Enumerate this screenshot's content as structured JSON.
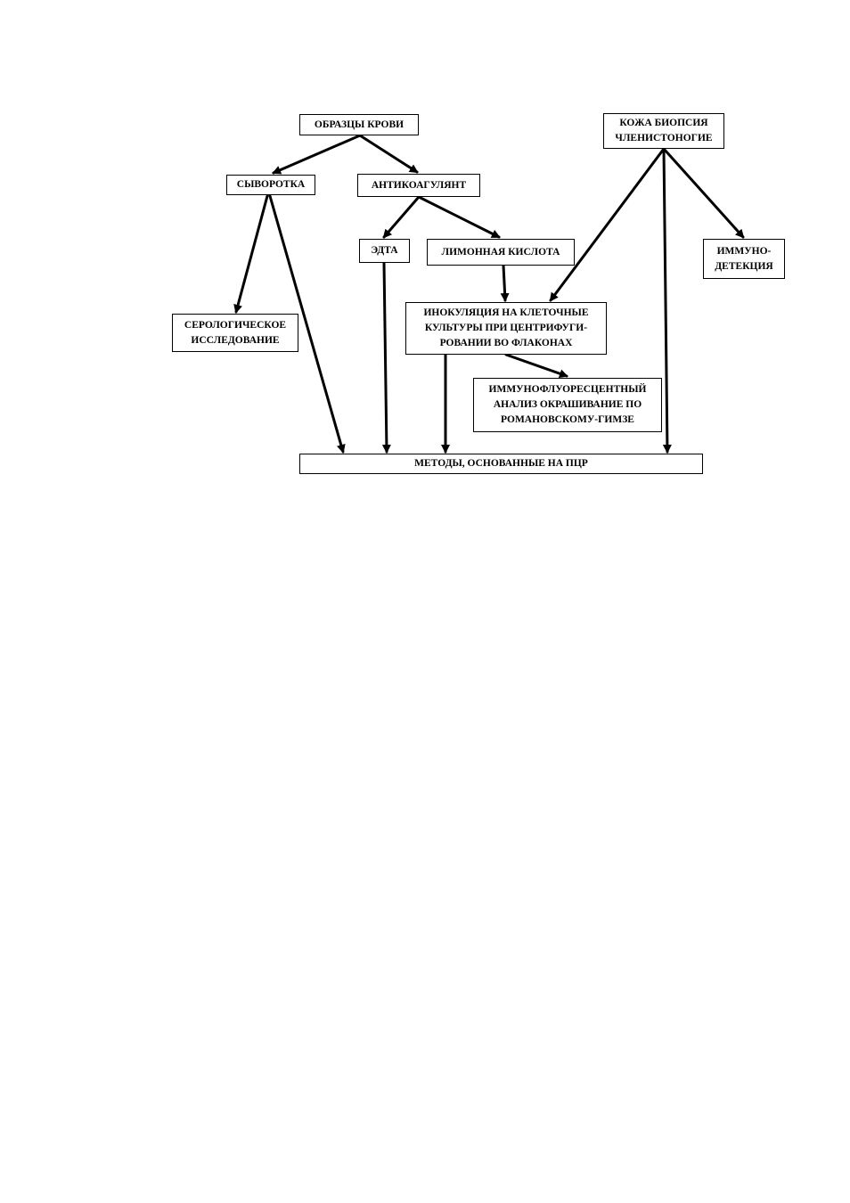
{
  "nodes": {
    "blood": "ОБРАЗЦЫ КРОВИ",
    "skin": "КОЖА БИОПСИЯ\nЧЛЕНИСТОНОГИЕ",
    "serum": "СЫВОРОТКА",
    "anticoagulant": "АНТИКОАГУЛЯНТ",
    "edta": "ЭДТА",
    "citric_acid": "ЛИМОННАЯ КИСЛОТА",
    "immunodetection": "ИММУНО-\nДЕТЕКЦИЯ",
    "serological": "СЕРОЛОГИЧЕСКОЕ\nИССЛЕДОВАНИЕ",
    "inoculation": "ИНОКУЛЯЦИЯ НА КЛЕТОЧНЫЕ\nКУЛЬТУРЫ ПРИ ЦЕНТРИФУГИ-\nРОВАНИИ ВО ФЛАКОНАХ",
    "ifa": "ИММУНОФЛУОРЕСЦЕНТНЫЙ\nАНАЛИЗ ОКРАШИВАНИЕ ПО\nРОМАНОВСКОМУ-ГИМЗЕ",
    "pcr": "МЕТОДЫ, ОСНОВАННЫЕ НА ПЦР"
  },
  "edges": [
    {
      "from": "blood",
      "to": "serum"
    },
    {
      "from": "blood",
      "to": "anticoagulant"
    },
    {
      "from": "serum",
      "to": "serological"
    },
    {
      "from": "serum",
      "to": "pcr"
    },
    {
      "from": "anticoagulant",
      "to": "edta"
    },
    {
      "from": "anticoagulant",
      "to": "citric_acid"
    },
    {
      "from": "edta",
      "to": "pcr"
    },
    {
      "from": "citric_acid",
      "to": "inoculation"
    },
    {
      "from": "skin",
      "to": "inoculation"
    },
    {
      "from": "skin",
      "to": "pcr"
    },
    {
      "from": "skin",
      "to": "immunodetection"
    },
    {
      "from": "inoculation",
      "to": "pcr"
    },
    {
      "from": "inoculation",
      "to": "ifa"
    }
  ],
  "colors": {
    "stroke": "#000000",
    "background": "#ffffff"
  }
}
